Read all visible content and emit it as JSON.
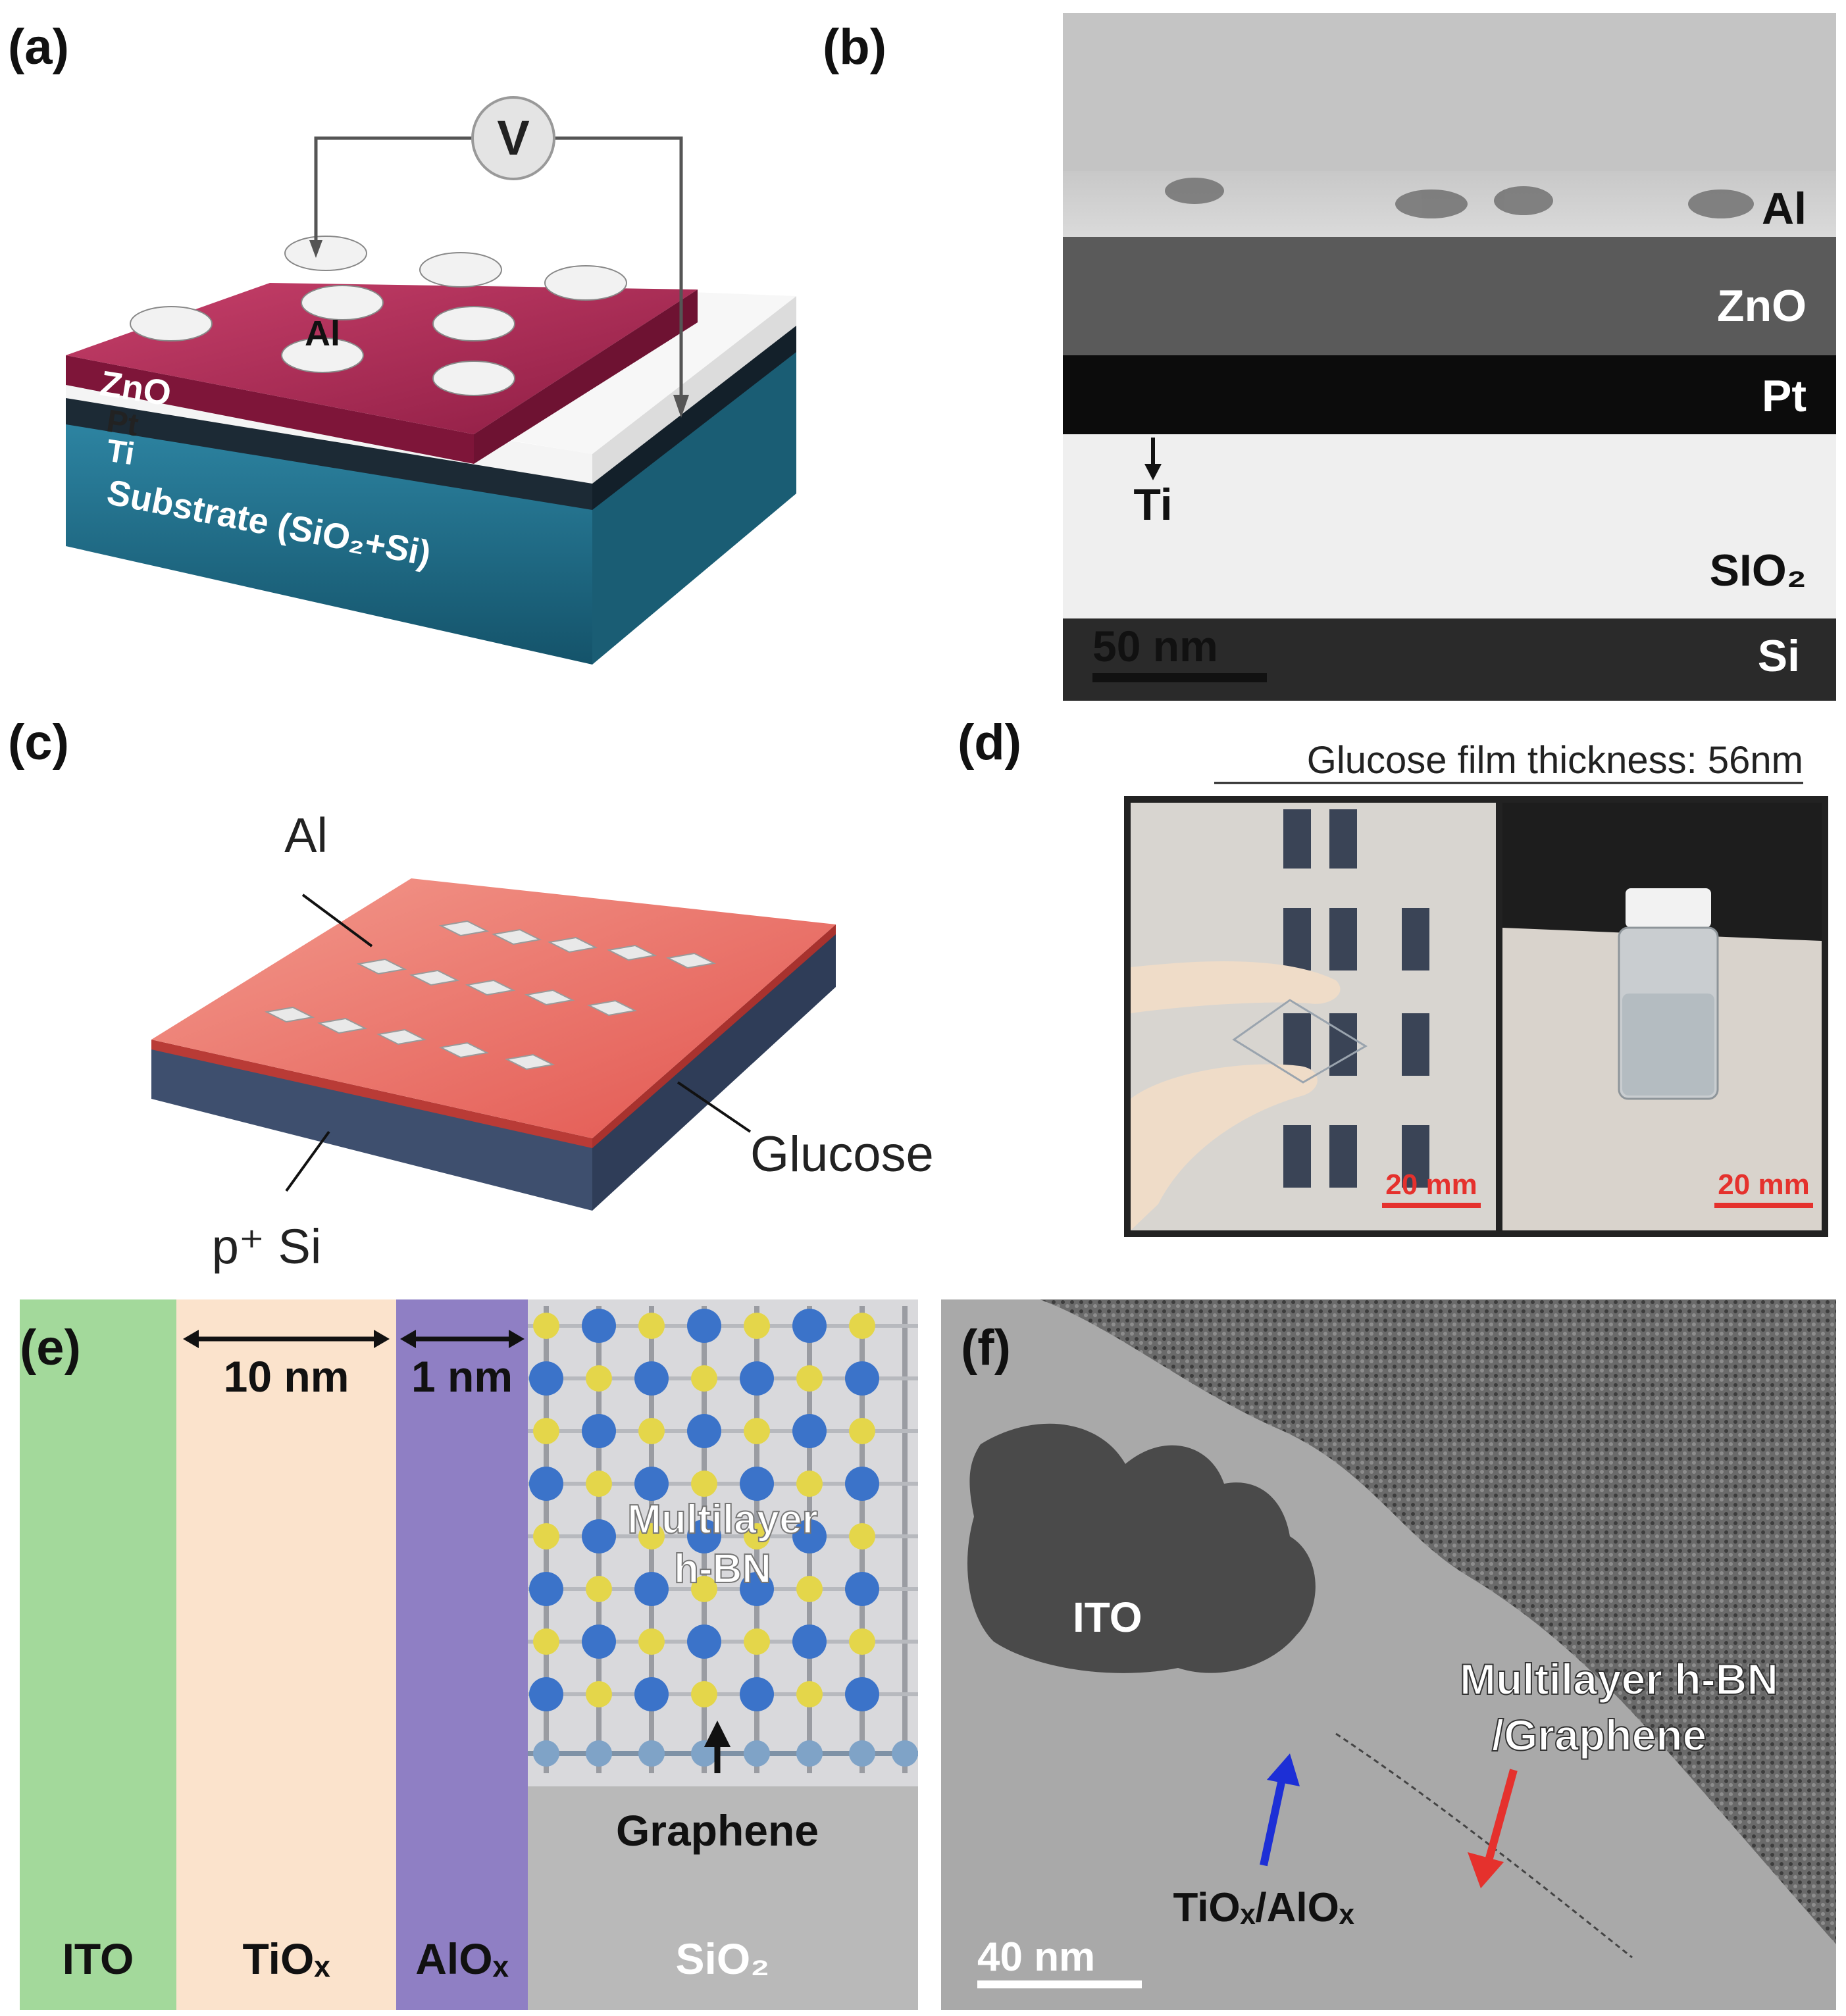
{
  "panels": {
    "a": {
      "label": "(a)",
      "voltmeter": "V",
      "layers": [
        "ZnO",
        "Pt",
        "Ti",
        "Substrate (SiO₂+Si)"
      ],
      "electrode": "Al"
    },
    "b": {
      "label": "(b)",
      "layers": [
        "Al",
        "ZnO",
        "Pt",
        "Ti",
        "SIO₂",
        "Si"
      ],
      "scalebar": "50 nm"
    },
    "c": {
      "label": "(c)",
      "electrode": "Al",
      "film": "Glucose",
      "substrate": "p⁺ Si"
    },
    "d": {
      "label": "(d)",
      "caption": "Glucose film thickness: 56nm",
      "scalebar_left": "20 mm",
      "scalebar_right": "20 mm"
    },
    "e": {
      "label": "(e)",
      "dim_1": "10 nm",
      "dim_2": "1 nm",
      "layers": [
        "ITO",
        "TiOₓ",
        "AlOₓ",
        "SiO₂"
      ],
      "hbn_line1": "Multilayer",
      "hbn_line2": "h-BN",
      "graphene": "Graphene"
    },
    "f": {
      "label": "(f)",
      "ito": "ITO",
      "hbn_line1": "Multilayer h-BN",
      "hbn_line2": "/Graphene",
      "oxide": "TiOₓ/AlOₓ",
      "scalebar": "40 nm"
    }
  },
  "colors": {
    "zno": "#a8224f",
    "substrate": "#1f6f8b",
    "glucose": "#e8635e",
    "psi": "#3e4f6e",
    "ito": "#a3d99b",
    "tiox": "#fbe3cc",
    "alox": "#8f7fc4",
    "sio2": "#b7b7b7",
    "atom_b": "#3b73c9",
    "atom_n": "#e4d64a"
  }
}
